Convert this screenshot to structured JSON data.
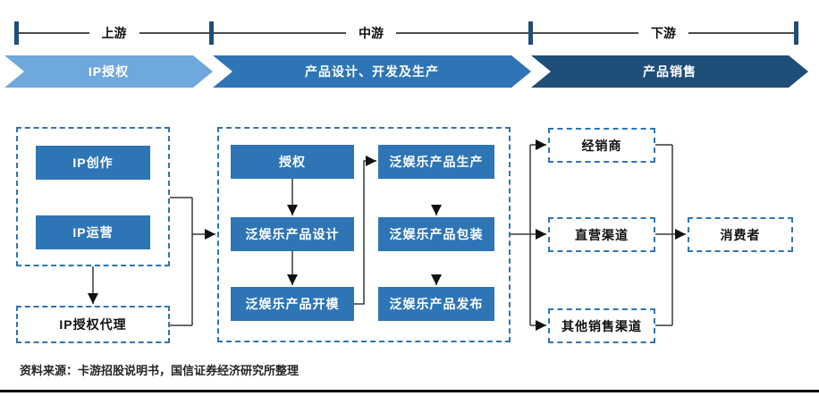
{
  "colors": {
    "chevron_light_blue": "#6fa8dc",
    "chevron_medium_blue": "#2e75b6",
    "chevron_dark_blue": "#1f4e79",
    "solid_box_blue": "#2e75b6",
    "dashed_border_blue": "#2e75b6",
    "ruler_tick_navy": "#1f4e79",
    "wire_black": "#3a3a3a"
  },
  "ruler": {
    "segments": [
      {
        "label": "上游"
      },
      {
        "label": "中游"
      },
      {
        "label": "下游"
      }
    ]
  },
  "chevrons": [
    {
      "label": "IP授权",
      "color": "#6fa8dc"
    },
    {
      "label": "产品设计、开发及生产",
      "color": "#2e75b6"
    },
    {
      "label": "产品销售",
      "color": "#1f4e79"
    }
  ],
  "upstream": {
    "ip_creation": "IP创作",
    "ip_operation": "IP运营",
    "ip_license_agent": "IP授权代理"
  },
  "midstream": {
    "license": "授权",
    "design": "泛娱乐产品设计",
    "molding": "泛娱乐产品开模",
    "production": "泛娱乐产品生产",
    "packaging": "泛娱乐产品包装",
    "release": "泛娱乐产品发布"
  },
  "downstream": {
    "distributor": "经销商",
    "direct_channel": "直营渠道",
    "other_channel": "其他销售渠道",
    "consumer": "消费者"
  },
  "footer": {
    "source": "资料来源：卡游招股说明书，国信证券经济研究所整理"
  }
}
